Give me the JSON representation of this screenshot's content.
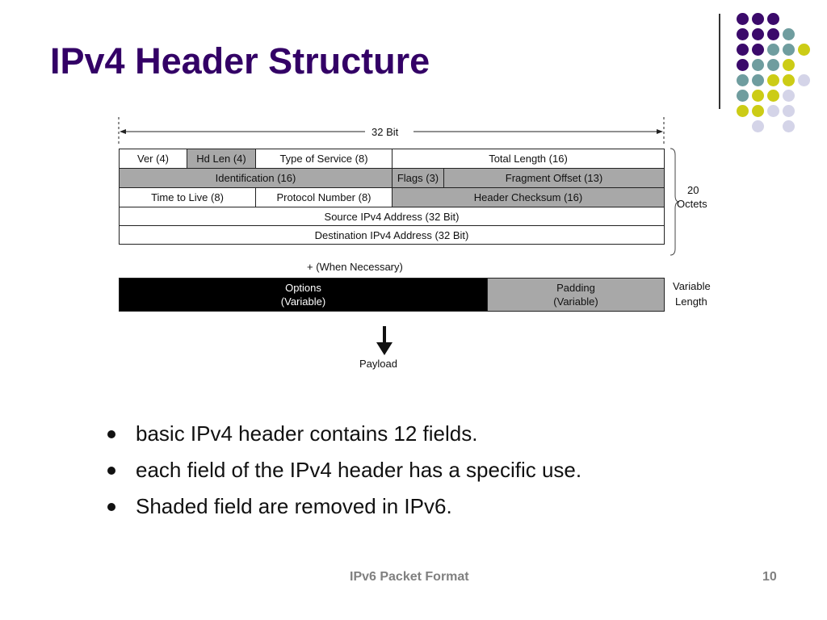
{
  "title": "IPv4 Header Structure",
  "colors": {
    "title": "#330066",
    "purple": "#3b0a6b",
    "teal": "#6f9d9f",
    "yellow": "#cccc16",
    "lavender": "#d4d4e8",
    "shaded_field": "#a8a8a8"
  },
  "decor_dots": [
    [
      "purple",
      "purple",
      "purple",
      "",
      ""
    ],
    [
      "purple",
      "purple",
      "purple",
      "teal",
      ""
    ],
    [
      "purple",
      "purple",
      "teal",
      "teal",
      "yellow"
    ],
    [
      "purple",
      "teal",
      "teal",
      "yellow",
      ""
    ],
    [
      "teal",
      "teal",
      "yellow",
      "yellow",
      "lavender"
    ],
    [
      "teal",
      "yellow",
      "yellow",
      "lavender",
      ""
    ],
    [
      "yellow",
      "yellow",
      "lavender",
      "lavender",
      ""
    ],
    [
      "",
      "lavender",
      "",
      "lavender",
      ""
    ]
  ],
  "diagram": {
    "width_label": "32 Bit",
    "fields": [
      {
        "label": "Ver (4)",
        "shaded": false
      },
      {
        "label": "Hd Len (4)",
        "shaded": true
      },
      {
        "label": "Type of Service (8)",
        "shaded": false
      },
      {
        "label": "Total Length (16)",
        "shaded": false
      },
      {
        "label": "Identification (16)",
        "shaded": true
      },
      {
        "label": "Flags (3)",
        "shaded": true
      },
      {
        "label": "Fragment Offset (13)",
        "shaded": true
      },
      {
        "label": "Time to Live (8)",
        "shaded": false
      },
      {
        "label": "Protocol Number (8)",
        "shaded": false
      },
      {
        "label": "Header Checksum (16)",
        "shaded": true
      },
      {
        "label": "Source IPv4 Address (32 Bit)",
        "shaded": false
      },
      {
        "label": "Destination IPv4 Address (32 Bit)",
        "shaded": false
      }
    ],
    "size_label_line1": "20",
    "size_label_line2": "Octets",
    "optional_label": "+ (When Necessary)",
    "options_line1": "Options",
    "options_line2": "(Variable)",
    "padding_line1": "Padding",
    "padding_line2": "(Variable)",
    "variable_line1": "Variable",
    "variable_line2": "Length",
    "payload_label": "Payload"
  },
  "bullets": [
    "basic IPv4 header contains 12 fields.",
    "each field of the IPv4 header has a specific use.",
    "Shaded field are removed in IPv6."
  ],
  "footer": {
    "center": "IPv6 Packet Format",
    "page_number": "10"
  }
}
